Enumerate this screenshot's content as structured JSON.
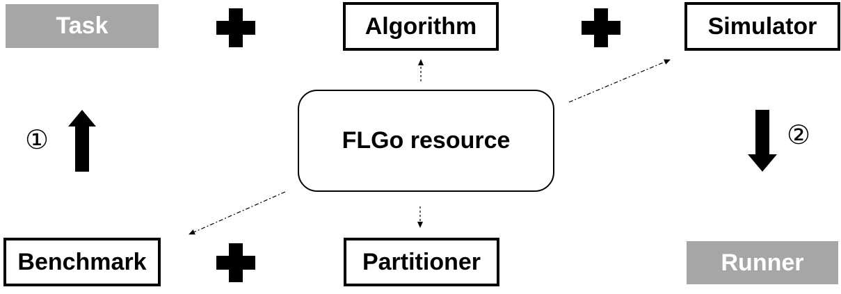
{
  "nodes": {
    "task": "Task",
    "algorithm": "Algorithm",
    "simulator": "Simulator",
    "center": "FLGo resource",
    "benchmark": "Benchmark",
    "partitioner": "Partitioner",
    "runner": "Runner"
  },
  "steps": {
    "one": "①",
    "two": "②"
  },
  "colors": {
    "filled_box": "#a6a6a6",
    "border": "#000000",
    "filled_text": "#ffffff"
  }
}
